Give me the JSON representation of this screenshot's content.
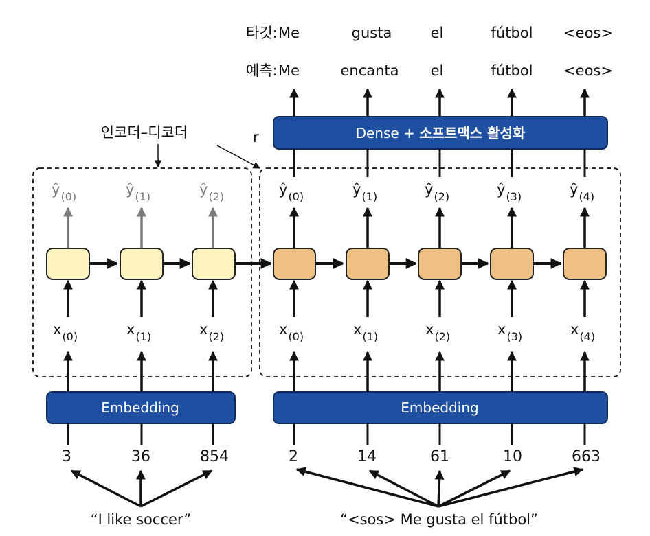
{
  "encoder_decoder_label": "인코더–디코더",
  "context_label": "r",
  "target": {
    "label": "타깃:",
    "tokens": [
      "Me",
      "gusta",
      "el",
      "fútbol",
      "<eos>"
    ]
  },
  "prediction": {
    "label": "예측:",
    "tokens": [
      "Me",
      "encanta",
      "el",
      "fútbol",
      "<eos>"
    ],
    "correct_color": "#3b8a35",
    "wrong_color": "#b23a2e"
  },
  "dense_prefix": "Dense + ",
  "dense_suffix": "소프트맥스 활성화",
  "embedding_label": "Embedding",
  "encoder": {
    "outputs": [
      {
        "base": "ŷ",
        "sub": "(0)"
      },
      {
        "base": "ŷ",
        "sub": "(1)"
      },
      {
        "base": "ŷ",
        "sub": "(2)"
      }
    ],
    "inputs": [
      {
        "base": "x",
        "sub": "(0)"
      },
      {
        "base": "x",
        "sub": "(1)"
      },
      {
        "base": "x",
        "sub": "(2)"
      }
    ],
    "ids": [
      "3",
      "36",
      "854"
    ],
    "sentence": "“I like soccer”"
  },
  "decoder": {
    "outputs": [
      {
        "base": "ŷ",
        "sub": "(0)"
      },
      {
        "base": "ŷ",
        "sub": "(1)"
      },
      {
        "base": "ŷ",
        "sub": "(2)"
      },
      {
        "base": "ŷ",
        "sub": "(3)"
      },
      {
        "base": "ŷ",
        "sub": "(4)"
      }
    ],
    "inputs": [
      {
        "base": "x",
        "sub": "(0)"
      },
      {
        "base": "x",
        "sub": "(1)"
      },
      {
        "base": "x",
        "sub": "(2)"
      },
      {
        "base": "x",
        "sub": "(3)"
      },
      {
        "base": "x",
        "sub": "(4)"
      }
    ],
    "ids": [
      "2",
      "14",
      "61",
      "10",
      "663"
    ],
    "sentence": "“<sos> Me gusta el fútbol”"
  },
  "colors": {
    "encoder_cell": "#fdf3bf",
    "decoder_cell": "#efc083",
    "layer_box": "#1f4fa0",
    "arrow": "#111111",
    "grey_arrow": "#7a7a7a"
  },
  "icons": [
    "arrow-right-icon",
    "arrow-up-icon",
    "arrow-down-icon"
  ]
}
